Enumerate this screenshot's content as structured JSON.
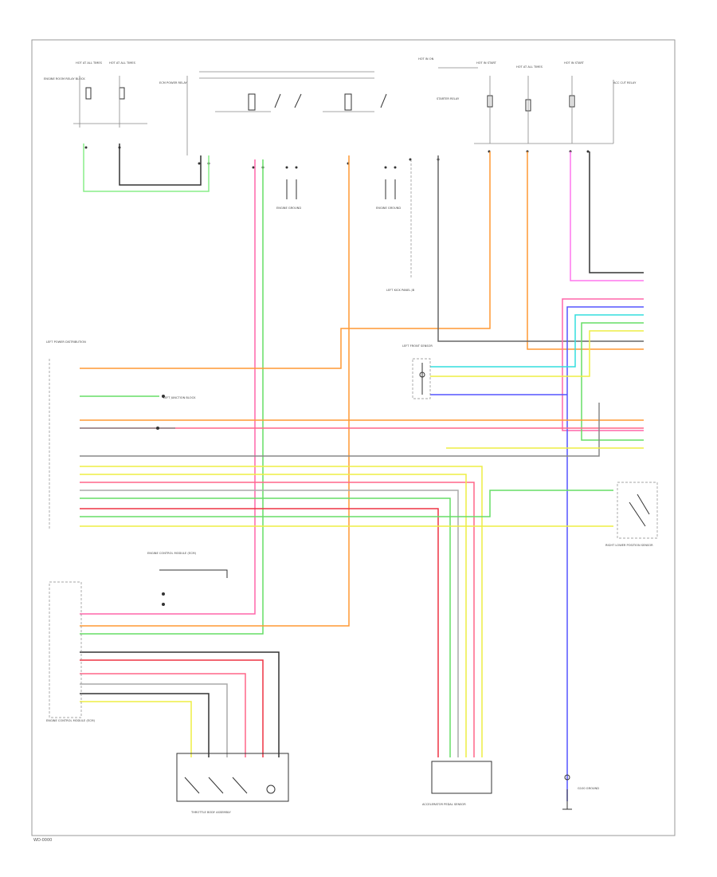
{
  "colors": {
    "green": "#55dd55",
    "lightgreen": "#99ee99",
    "pink": "#ff66aa",
    "orange": "#ff9933",
    "red": "#ee3344",
    "yellow": "#eeee44",
    "cyan": "#33dddd",
    "blue": "#5555ff",
    "magenta": "#ee66ee",
    "gray": "#777777",
    "black": "#333333"
  },
  "labels": {
    "fuse_1": "HOT AT ALL TIMES",
    "fuse_2": "HOT AT ALL TIMES",
    "fuse_3": "HOT IN ON",
    "fuse_4": "HOT IN START",
    "fuse_5": "HOT AT ALL TIMES",
    "fuse_6": "HOT IN START",
    "engine_room_block": "ENGINE ROOM RELAY BLOCK",
    "ecm_power_relay": "ECM POWER RELAY",
    "ecm_left": "ENGINE CONTROL MODULE (ECM)",
    "starter_relay": "STARTER RELAY",
    "acc_cut_relay": "ACC CUT RELAY",
    "ground_1": "ENGINE GROUND",
    "ground_2": "ENGINE GROUND",
    "left_kick_panel": "LEFT KICK PANEL JB",
    "left_power_distribution": "LEFT POWER DISTRIBUTION",
    "left_junction_block": "LEFT JUNCTION BLOCK",
    "ecm_mid": "ENGINE CONTROL MODULE (ECM)",
    "left_front_sensor": "LEFT FRONT SENSOR",
    "right_lower_sensor": "RIGHT LOWER POSITION SENSOR",
    "bottom_left_assembly": "THROTTLE BODY ASSEMBLY",
    "bottom_mid_sensor": "ACCELERATOR PEDAL SENSOR",
    "bottom_right_ground": "G100 GROUND",
    "footer": "WD-0000"
  }
}
